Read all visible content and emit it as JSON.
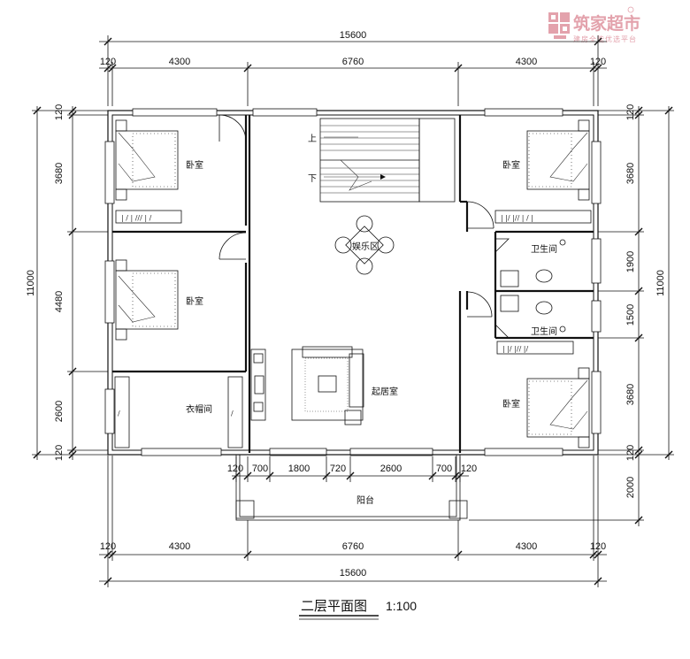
{
  "logo": {
    "text": "筑家超市",
    "subtitle": "建房全能优选平台",
    "mark": "registered-mark"
  },
  "title": {
    "text": "二层平面图",
    "scale": "1:100"
  },
  "dimensions": {
    "top_total": "15600",
    "top_parts": [
      "120",
      "4300",
      "6760",
      "4300",
      "120"
    ],
    "bottom_total": "15600",
    "bottom_parts": [
      "120",
      "4300",
      "6760",
      "4300",
      "120"
    ],
    "left_total": "11000",
    "left_parts": [
      "120",
      "3680",
      "4480",
      "2600",
      "120"
    ],
    "right_total": "11000",
    "right_parts": [
      "120",
      "3680",
      "1900",
      "1500",
      "3680",
      "120",
      "2000"
    ],
    "front_parts": [
      "120",
      "700",
      "1800",
      "720",
      "2600",
      "700",
      "120"
    ]
  },
  "rooms": {
    "bedroom_1": "卧室",
    "bedroom_2": "卧室",
    "bedroom_3": "卧室",
    "bedroom_4": "卧室",
    "closet": "衣帽间",
    "entertainment": "娱乐区",
    "living": "起居室",
    "bathroom_1": "卫生间",
    "bathroom_2": "卫生间",
    "balcony": "阳台"
  },
  "stairs": {
    "up": "上",
    "down": "下"
  }
}
